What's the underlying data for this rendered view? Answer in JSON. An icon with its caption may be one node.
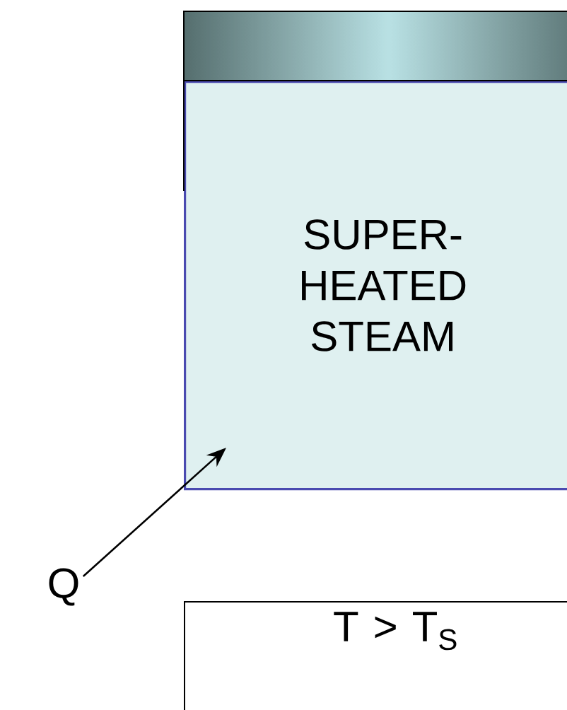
{
  "diagram": {
    "nodes": [
      {
        "text": [
          "SUPER- HEATED STEAM"
        ]
      },
      {
        "text": [
          "Q"
        ]
      },
      {
        "text": [
          "T > T$_{S}$"
        ]
      }
    ],
    "edges": [
      {
        "from": 1,
        "to": 0,
        "arrow": "to"
      }
    ]
  }
}
